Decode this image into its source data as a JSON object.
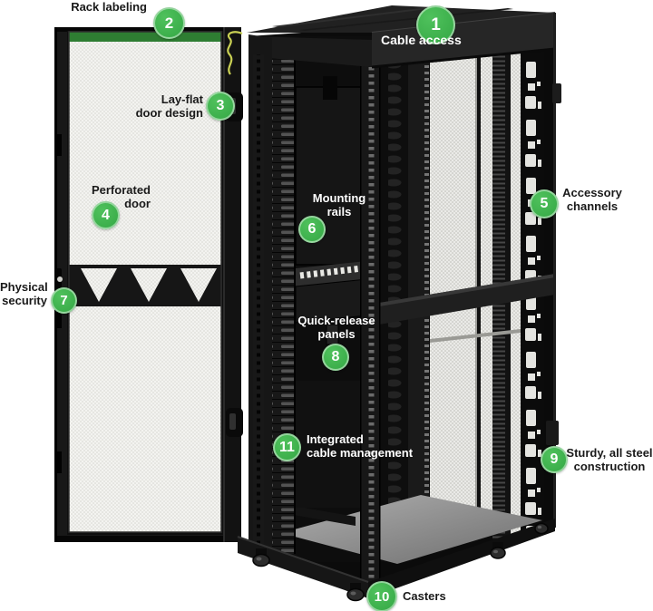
{
  "colors": {
    "badge_green": "#3CB14A",
    "door_label_strip_green": "#2E7D32",
    "grounding_wire_yellow": "#C9D054"
  },
  "callouts": [
    {
      "number": "1",
      "label": "Cable access"
    },
    {
      "number": "2",
      "label": "Rack labeling"
    },
    {
      "number": "3",
      "label": "Lay-flat\ndoor design"
    },
    {
      "number": "4",
      "label": "Perforated\ndoor"
    },
    {
      "number": "5",
      "label": "Accessory\nchannels"
    },
    {
      "number": "6",
      "label": "Mounting\nrails"
    },
    {
      "number": "7",
      "label": "Physical\nsecurity"
    },
    {
      "number": "8",
      "label": "Quick-release\npanels"
    },
    {
      "number": "9",
      "label": "Sturdy, all steel\nconstruction"
    },
    {
      "number": "10",
      "label": "Casters"
    },
    {
      "number": "11",
      "label": "Integrated\ncable management"
    }
  ]
}
